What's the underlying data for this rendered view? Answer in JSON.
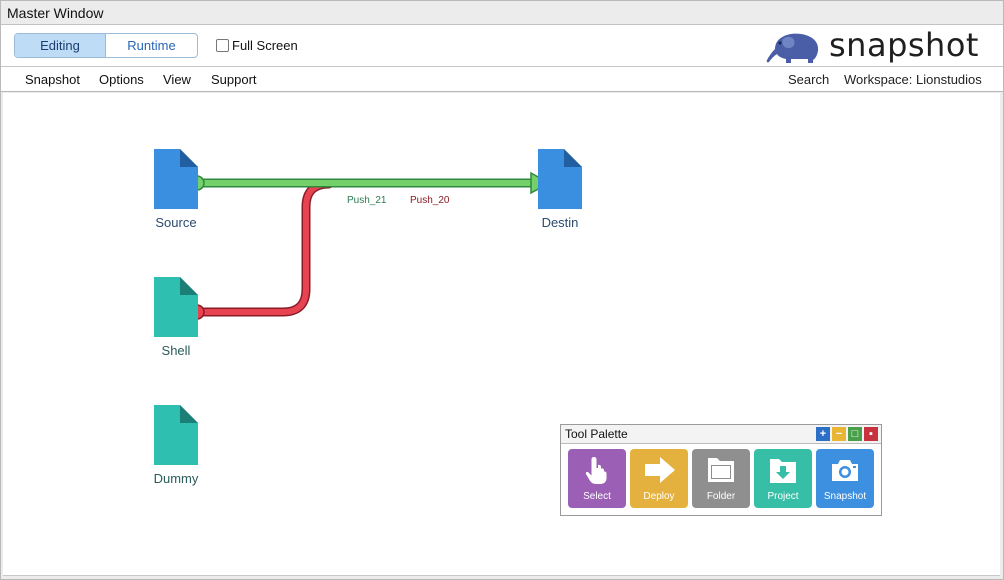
{
  "window": {
    "title": "Master Window"
  },
  "mode_toggle": {
    "editing_label": "Editing",
    "runtime_label": "Runtime",
    "active": "Editing"
  },
  "fullscreen": {
    "label": "Full Screen",
    "checked": false
  },
  "logo": {
    "text": "snapshot",
    "icon": "elephant-icon"
  },
  "menu": {
    "items": [
      "Snapshot",
      "Options",
      "View",
      "Support"
    ],
    "search_label": "Search",
    "workspace_label": "Workspace: Lionstudios"
  },
  "nodes": [
    {
      "label": "Source",
      "color": "#3b8fe0",
      "icon": "document-icon"
    },
    {
      "label": "Shell",
      "color": "#2fbfb0",
      "icon": "document-icon"
    },
    {
      "label": "Dummy",
      "color": "#2fbfb0",
      "icon": "document-icon"
    },
    {
      "label": "Destin",
      "color": "#3b8fe0",
      "icon": "document-icon"
    }
  ],
  "connections": [
    {
      "label": "Push_21",
      "color": "#5cc05a",
      "label_color": "#2e7a52"
    },
    {
      "label": "Push_20",
      "color": "#e84351",
      "label_color": "#8a1c28"
    }
  ],
  "palette": {
    "title": "Tool Palette",
    "window_buttons": [
      {
        "icon": "plus-icon",
        "color": "#2b6fc6"
      },
      {
        "icon": "minimize-icon",
        "color": "#e8b534"
      },
      {
        "icon": "maximize-icon",
        "color": "#4aa04a"
      },
      {
        "icon": "close-icon",
        "color": "#c6323e"
      }
    ],
    "tools": [
      {
        "label": "Select",
        "icon": "hand-pointer-icon",
        "color": "#9b5fb6"
      },
      {
        "label": "Deploy",
        "icon": "arrow-right-icon",
        "color": "#e5b13e"
      },
      {
        "label": "Folder",
        "icon": "folder-icon",
        "color": "#8f8f8f"
      },
      {
        "label": "Project",
        "icon": "project-download-icon",
        "color": "#36bfa6"
      },
      {
        "label": "Snapshot",
        "icon": "camera-icon",
        "color": "#3d8fe0"
      }
    ]
  }
}
